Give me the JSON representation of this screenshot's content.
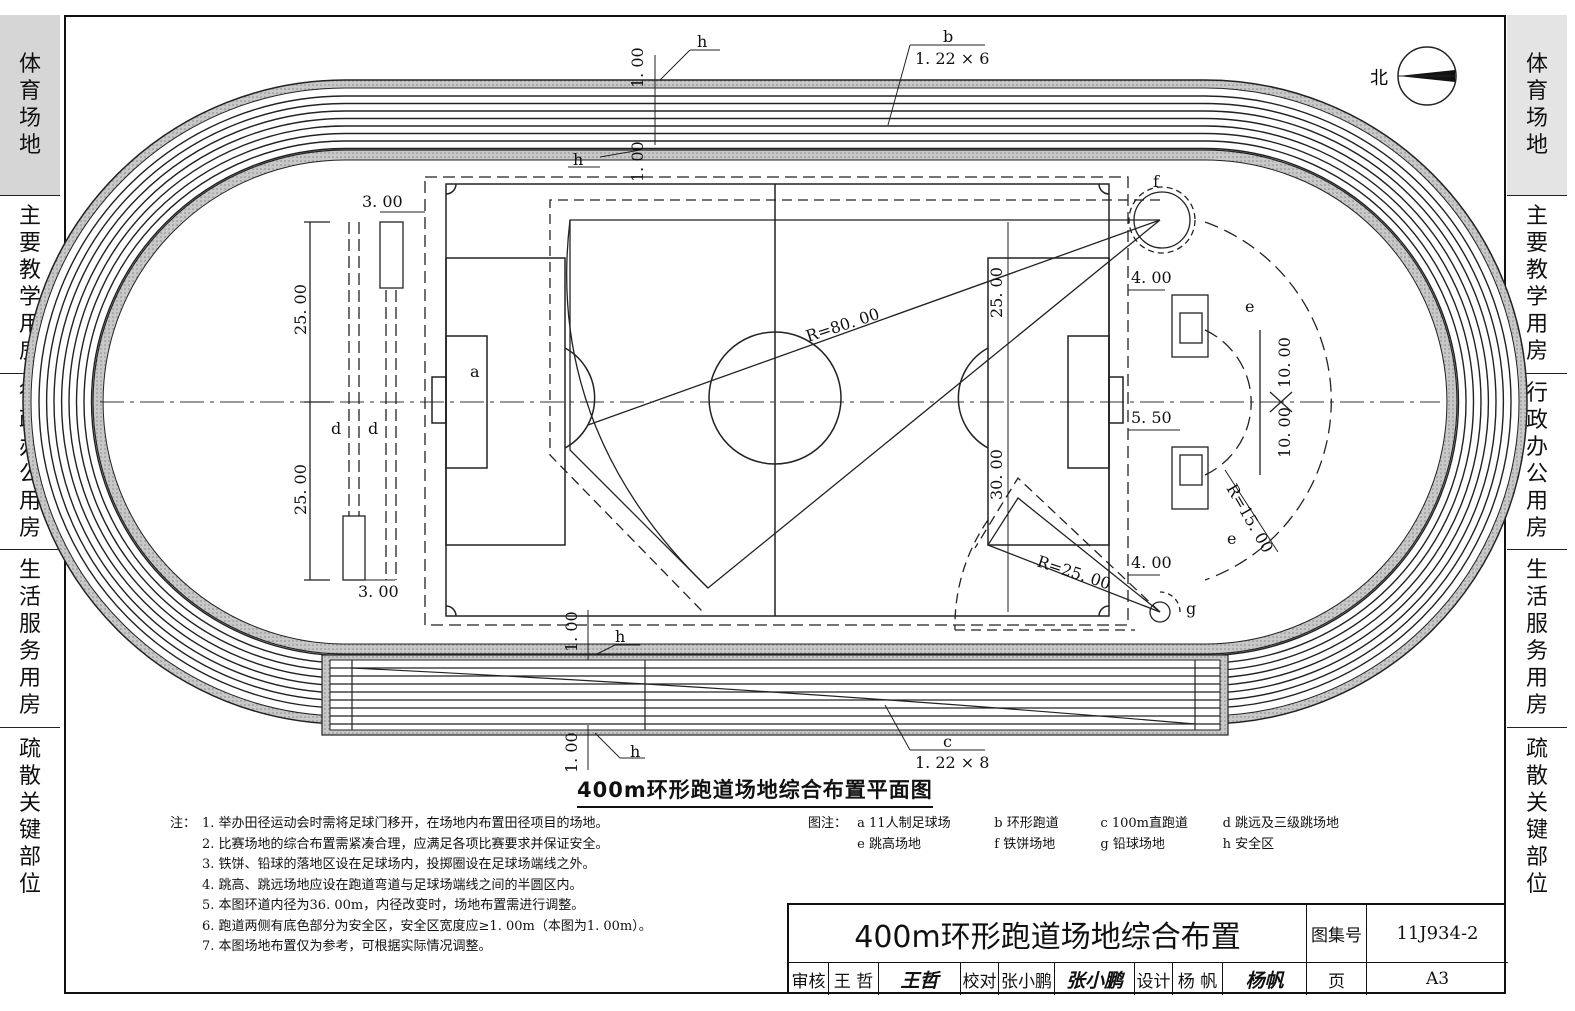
{
  "sidebar_left": [
    {
      "label": "体育场地",
      "active": true
    },
    {
      "label": "主要教学用房",
      "active": false
    },
    {
      "label": "行政办公用房",
      "active": false
    },
    {
      "label": "生活服务用房",
      "active": false
    },
    {
      "label": "疏散关键部位",
      "active": false
    }
  ],
  "sidebar_right": [
    {
      "label": "体育场地",
      "active": false
    },
    {
      "label": "主要教学用房",
      "active": false
    },
    {
      "label": "行政办公用房",
      "active": false
    },
    {
      "label": "生活服务用房",
      "active": false
    },
    {
      "label": "疏散关键部位",
      "active": false
    }
  ],
  "drawing": {
    "north_label": "北",
    "labels": {
      "b": "b",
      "b_dim": "1. 22 × 6",
      "c": "c",
      "c_dim": "1. 22 × 8",
      "h": "h",
      "a": "a",
      "d": "d",
      "e": "e",
      "f": "f",
      "g": "g",
      "d_300": "3. 00",
      "d_2500": "25. 00",
      "d_3000": "30. 00",
      "d_100": "1. 00",
      "d_400": "4. 00",
      "d_550": "5. 50",
      "d_1000": "10. 00",
      "r80": "R=80. 00",
      "r25": "R=25. 00",
      "r15": "R=15. 00"
    }
  },
  "plan_title": "400m环形跑道场地综合布置平面图",
  "notes_lead": "注：",
  "notes": [
    "1.  举办田径运动会时需将足球门移开，在场地内布置田径项目的场地。",
    "2.  比赛场地的综合布置需紧凑合理，应满足各项比赛要求并保证安全。",
    "3.  铁饼、铅球的落地区设在足球场内，投掷圈设在足球场端线之外。",
    "4.  跳高、跳远场地应设在跑道弯道与足球场端线之间的半圆区内。",
    "5.  本图环道内径为36. 00m，内径改变时，场地布置需进行调整。",
    "6.  跑道两侧有底色部分为安全区，安全区宽度应≥1. 00m（本图为1. 00m）。",
    "7.  本图场地布置仅为参考，可根据实际情况调整。"
  ],
  "legend_lead": "图注：",
  "legend_rows": [
    [
      "a  11人制足球场",
      "b  环形跑道",
      "c  100m直跑道",
      "d  跳远及三级跳场地"
    ],
    [
      "e  跳高场地",
      "f  铁饼场地",
      "g  铅球场地",
      "h  安全区"
    ]
  ],
  "title_block": {
    "title": "400m环形跑道场地综合布置",
    "atlas_label": "图集号",
    "atlas_no": "11J934-2",
    "review_label": "审核",
    "review_name": "王 哲",
    "review_sig": "王哲",
    "check_label": "校对",
    "check_name": "张小鹏",
    "check_sig": "张小鹏",
    "design_label": "设计",
    "design_name": "杨 帆",
    "design_sig": "杨帆",
    "page_label": "页",
    "page_no": "A3"
  }
}
